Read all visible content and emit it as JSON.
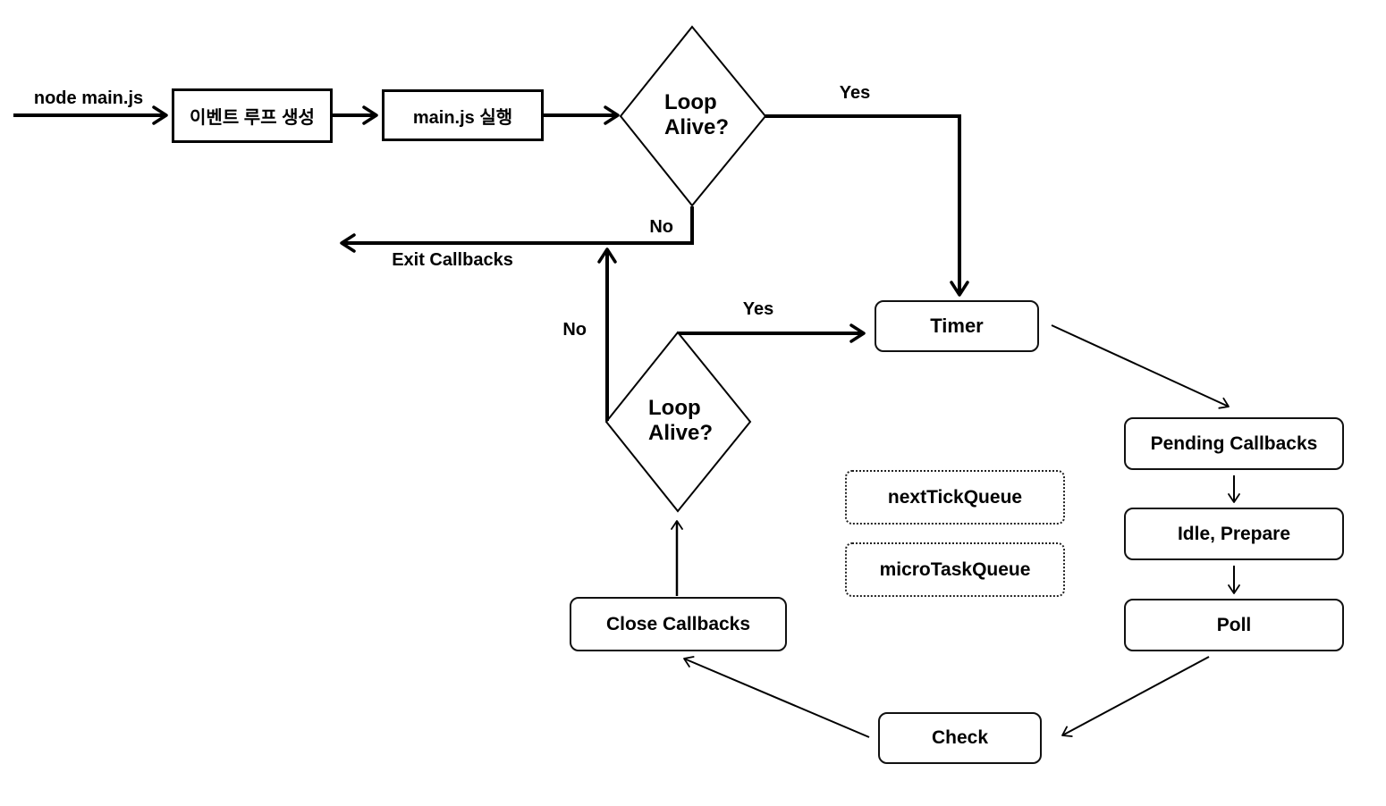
{
  "labels": {
    "start": "node main.js",
    "yes_top": "Yes",
    "no_top": "No",
    "exit_callbacks": "Exit Callbacks",
    "no_inner": "No",
    "yes_inner": "Yes"
  },
  "nodes": {
    "create_event_loop": "이벤트 루프 생성",
    "run_main": "main.js 실행",
    "loop_alive_top": {
      "line1": "Loop",
      "line2": "Alive?"
    },
    "loop_alive_inner": {
      "line1": "Loop",
      "line2": "Alive?"
    },
    "timer": "Timer",
    "pending_callbacks": "Pending Callbacks",
    "idle_prepare": "Idle, Prepare",
    "poll": "Poll",
    "check": "Check",
    "close_callbacks": "Close Callbacks",
    "next_tick_queue": "nextTickQueue",
    "micro_task_queue": "microTaskQueue"
  },
  "colors": {
    "line": "#000000",
    "box_border": "#000000",
    "text": "#000000",
    "background": "#ffffff"
  }
}
